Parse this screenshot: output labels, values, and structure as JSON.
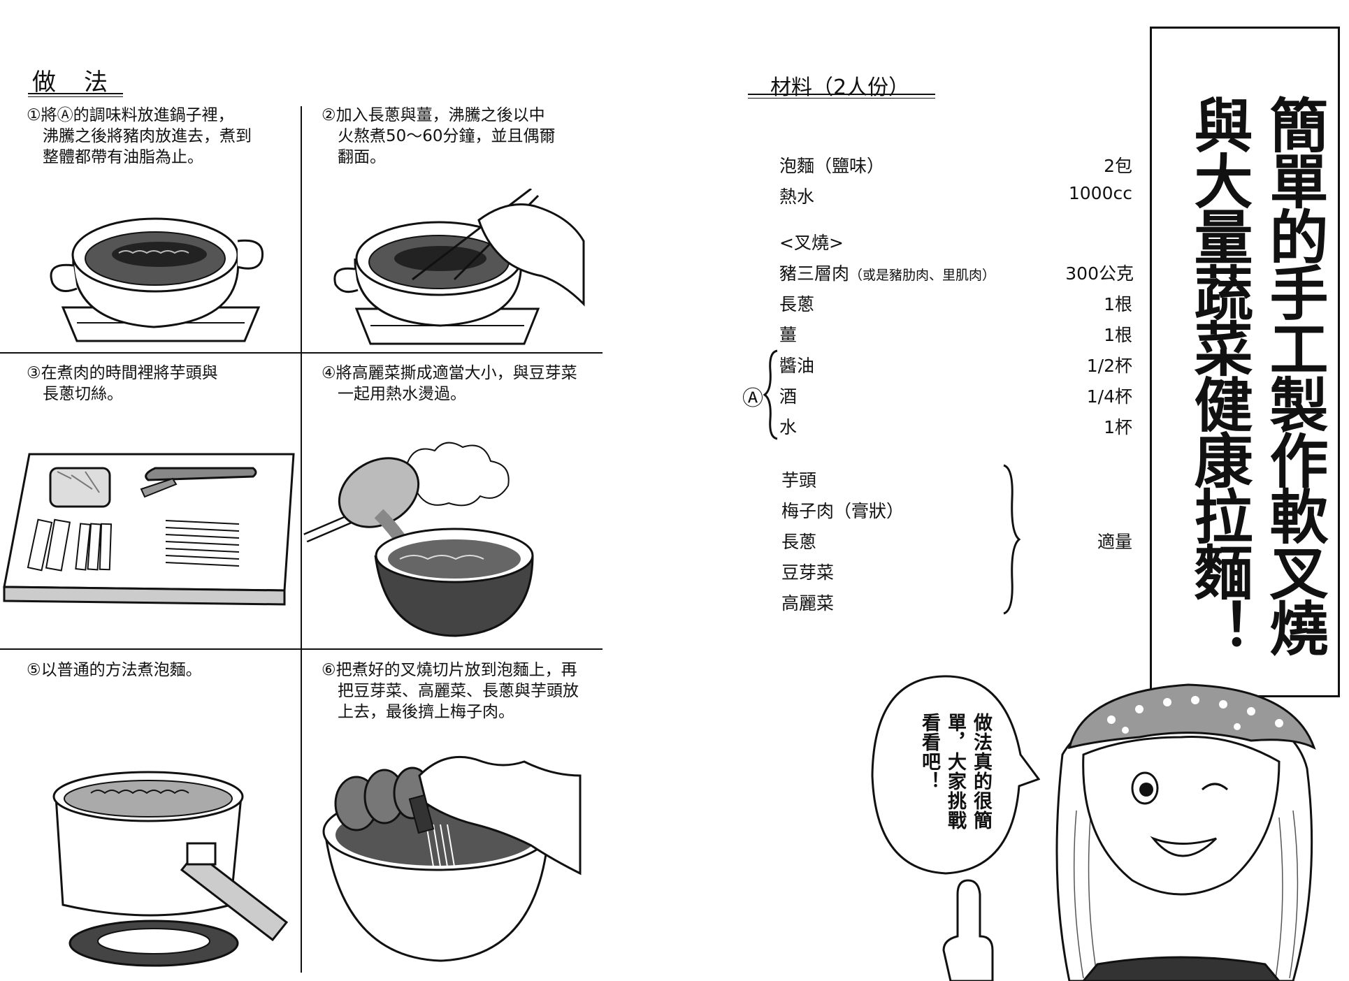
{
  "method": {
    "title": "做法",
    "steps": [
      {
        "text": "①將Ⓐ的調味料放進鍋子裡，\n　沸騰之後將豬肉放進去，煮到\n　整體都帶有油脂為止。"
      },
      {
        "text": "②加入長蔥與薑，沸騰之後以中\n　火熬煮50～60分鐘，並且偶爾\n　翻面。"
      },
      {
        "text": "③在煮肉的時間裡將芋頭與\n　長蔥切絲。"
      },
      {
        "text": "④將高麗菜撕成適當大小，與豆芽菜\n　一起用熱水燙過。"
      },
      {
        "text": "⑤以普通的方法煮泡麵。"
      },
      {
        "text": "⑥把煮好的叉燒切片放到泡麵上，再\n　把豆芽菜、高麗菜、長蔥與芋頭放\n　上去，最後擠上梅子肉。"
      }
    ]
  },
  "ingredients": {
    "title": "材料（2人份）",
    "items": [
      {
        "name": "泡麵（鹽味）",
        "qty": "2包"
      },
      {
        "name": "熱水",
        "qty": "1000cc"
      },
      {
        "name": "<叉燒>",
        "qty": ""
      },
      {
        "name": "豬三層肉",
        "note": "（或是豬肋肉、里肌肉）",
        "qty": "300公克"
      },
      {
        "name": "長蔥",
        "qty": "1根"
      },
      {
        "name": "薑",
        "qty": "1根"
      },
      {
        "name": "醬油",
        "qty": "1/2杯"
      },
      {
        "name": "酒",
        "qty": "1/4杯"
      },
      {
        "name": "水",
        "qty": "1杯"
      },
      {
        "name": "芋頭",
        "qty": ""
      },
      {
        "name": "梅子肉（膏狀）",
        "qty": ""
      },
      {
        "name": "長蔥",
        "qty": "適量"
      },
      {
        "name": "豆芽菜",
        "qty": ""
      },
      {
        "name": "高麗菜",
        "qty": ""
      }
    ],
    "group_label": "Ⓐ"
  },
  "title_box": {
    "line1": "簡單的手工製作軟叉燒",
    "line2": "與大量蔬菜健康拉麵！"
  },
  "bubble": {
    "col1": "做法真的很簡",
    "col2": "單，大家挑戰",
    "col3": "看看吧！"
  }
}
